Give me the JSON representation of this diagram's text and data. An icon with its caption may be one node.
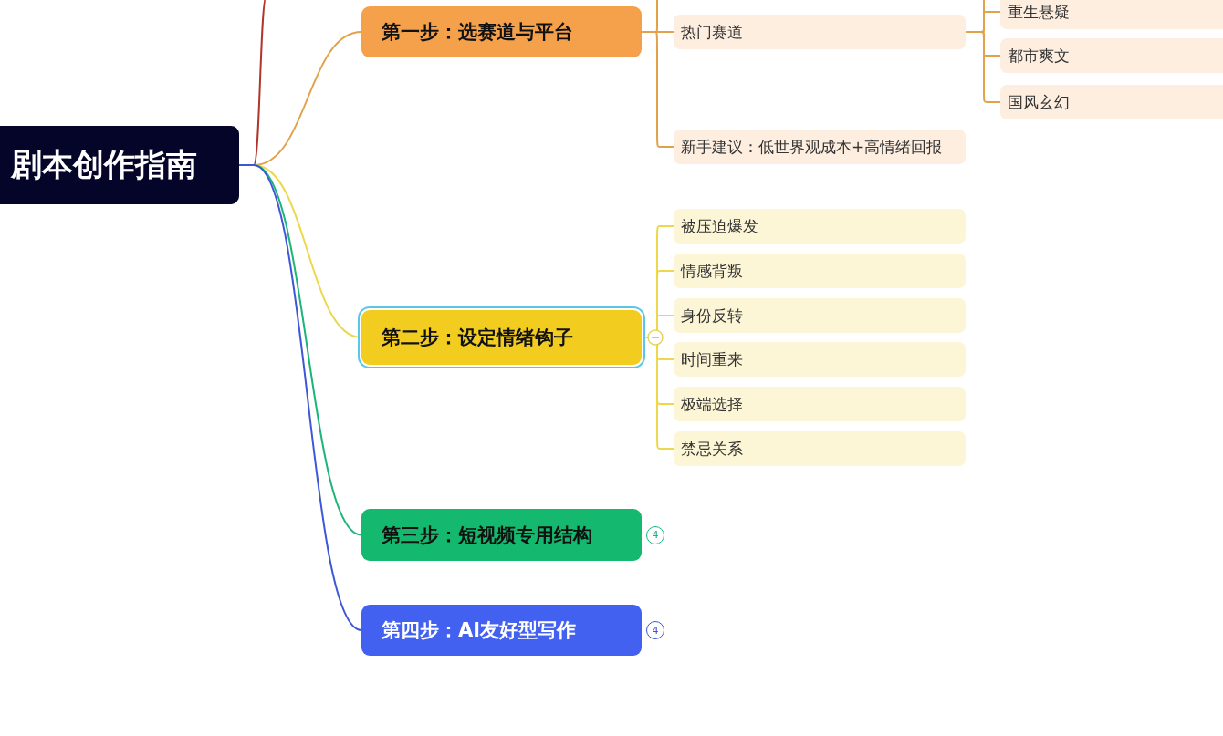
{
  "diagram": {
    "nodes": [
      {
        "text": [
          "剧本创作指南"
        ]
      },
      {
        "text": [
          "第一步：选赛道与平台"
        ]
      },
      {
        "text": [
          "热门赛道"
        ]
      },
      {
        "text": [
          "重生悬疑"
        ]
      },
      {
        "text": [
          "都市爽文"
        ]
      },
      {
        "text": [
          "国风玄幻"
        ]
      },
      {
        "text": [
          "新手建议：低世界观成本+高情绪回报"
        ]
      },
      {
        "text": [
          "第二步：设定情绪钩子"
        ]
      },
      {
        "text": [
          "被压迫爆发"
        ]
      },
      {
        "text": [
          "情感背叛"
        ]
      },
      {
        "text": [
          "身份反转"
        ]
      },
      {
        "text": [
          "时间重来"
        ]
      },
      {
        "text": [
          "极端选择"
        ]
      },
      {
        "text": [
          "禁忌关系"
        ]
      },
      {
        "text": [
          "第三步：短视频专用结构"
        ],
        "beside": [
          "4"
        ]
      },
      {
        "text": [
          "第四步：AI友好型写作"
        ],
        "beside": [
          "4"
        ]
      }
    ],
    "edges": [
      {
        "from": 0,
        "to": null,
        "arrow": "none",
        "color": "#b0362c"
      },
      {
        "from": 0,
        "to": 1,
        "arrow": "none",
        "color": "#e0a24a"
      },
      {
        "from": 0,
        "to": 7,
        "arrow": "none",
        "color": "#ecd84a"
      },
      {
        "from": 0,
        "to": 14,
        "arrow": "none",
        "color": "#1db47a"
      },
      {
        "from": 0,
        "to": 15,
        "arrow": "none",
        "color": "#3e57d6"
      },
      {
        "from": 1,
        "to": null,
        "arrow": "none",
        "color": "#e0a24a"
      },
      {
        "from": 1,
        "to": 2,
        "arrow": "none",
        "color": "#e0a24a"
      },
      {
        "from": 1,
        "to": 6,
        "arrow": "none",
        "color": "#e0a24a"
      },
      {
        "from": 2,
        "to": null,
        "arrow": "none",
        "color": "#e0a24a"
      },
      {
        "from": 2,
        "to": 3,
        "arrow": "none",
        "color": "#e0a24a"
      },
      {
        "from": 2,
        "to": 4,
        "arrow": "none",
        "color": "#e0a24a"
      },
      {
        "from": 2,
        "to": 5,
        "arrow": "none",
        "color": "#e0a24a"
      },
      {
        "from": 7,
        "to": 8,
        "arrow": "none",
        "color": "#ecd84a"
      },
      {
        "from": 7,
        "to": 9,
        "arrow": "none",
        "color": "#ecd84a"
      },
      {
        "from": 7,
        "to": 10,
        "arrow": "none",
        "color": "#ecd84a"
      },
      {
        "from": 7,
        "to": 11,
        "arrow": "none",
        "color": "#ecd84a"
      },
      {
        "from": 7,
        "to": 12,
        "arrow": "none",
        "color": "#ecd84a"
      },
      {
        "from": 7,
        "to": 13,
        "arrow": "none",
        "color": "#ecd84a"
      }
    ]
  }
}
